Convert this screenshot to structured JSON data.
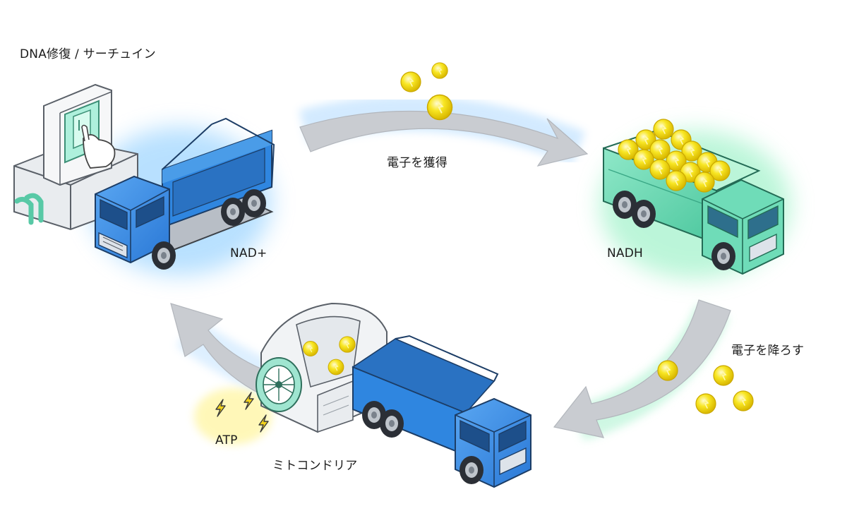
{
  "labels": {
    "dna_repair": "DNA修復 / サーチュイン",
    "gain_electrons": "電子を獲得",
    "nad_plus": "NAD+",
    "nadh": "NADH",
    "release_electrons": "電子を降ろす",
    "atp": "ATP",
    "mitochondria": "ミトコンドリア"
  },
  "colors": {
    "empty_truck": "#2f86e0",
    "full_truck": "#5fd6b0",
    "electron": "#f6e21a",
    "arrow": "#c9ccd1",
    "glow_blue": "#7fc8ff",
    "glow_green": "#8ff0c0",
    "switch": "#aef0dc"
  }
}
